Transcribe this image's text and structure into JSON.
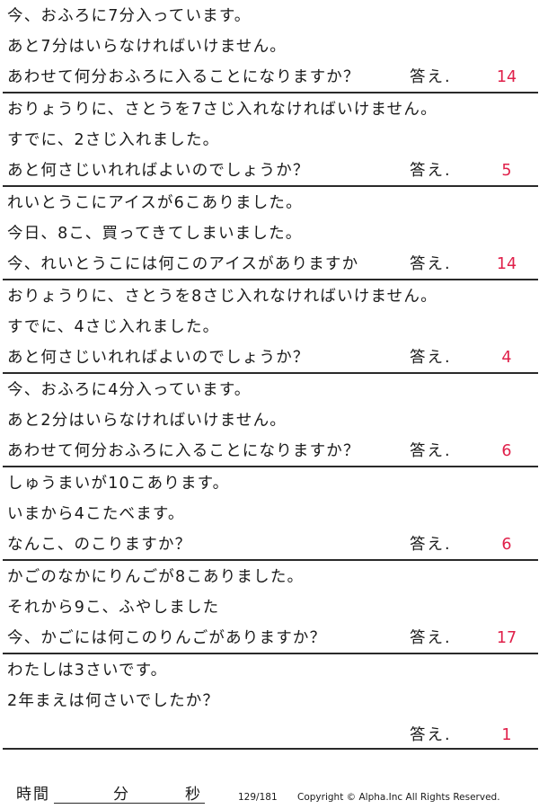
{
  "worksheet": {
    "answer_label": "答え.",
    "problems": [
      {
        "lines": [
          "今、おふろに7分入っています。",
          "あと7分はいらなければいけません。",
          "あわせて何分おふろに入ることになりますか？"
        ],
        "answer": "14"
      },
      {
        "lines": [
          "おりょうりに、さとうを7さじ入れなければいけません。",
          "すでに、2さじ入れました。",
          "あと何さじいれればよいのでしょうか？"
        ],
        "answer": "5"
      },
      {
        "lines": [
          "れいとうこにアイスが6こありました。",
          "今日、8こ、買ってきてしまいました。",
          "今、れいとうこには何このアイスがありますか"
        ],
        "answer": "14"
      },
      {
        "lines": [
          "おりょうりに、さとうを8さじ入れなければいけません。",
          "すでに、4さじ入れました。",
          "あと何さじいれればよいのでしょうか？"
        ],
        "answer": "4"
      },
      {
        "lines": [
          "今、おふろに4分入っています。",
          "あと2分はいらなければいけません。",
          "あわせて何分おふろに入ることになりますか？"
        ],
        "answer": "6"
      },
      {
        "lines": [
          "しゅうまいが10こあります。",
          "いまから4こたべます。",
          "なんこ、のこりますか？"
        ],
        "answer": "6"
      },
      {
        "lines": [
          "かごのなかにりんごが8こありました。",
          "それから9こ、ふやしました",
          "今、かごには何このりんごがありますか？"
        ],
        "answer": "17"
      },
      {
        "lines": [
          "わたしは3さいです。",
          "2年まえは何さいでしたか？",
          ""
        ],
        "answer": "1"
      }
    ]
  },
  "footer": {
    "time_label": "時間",
    "minutes_label": "分",
    "seconds_label": "秒",
    "page_number": "129/181",
    "copyright": "Copyright © Alpha.Inc All Rights Reserved."
  },
  "colors": {
    "answer": "#e0204a",
    "text": "#1a1a1a",
    "rule": "#2a2a2a"
  }
}
